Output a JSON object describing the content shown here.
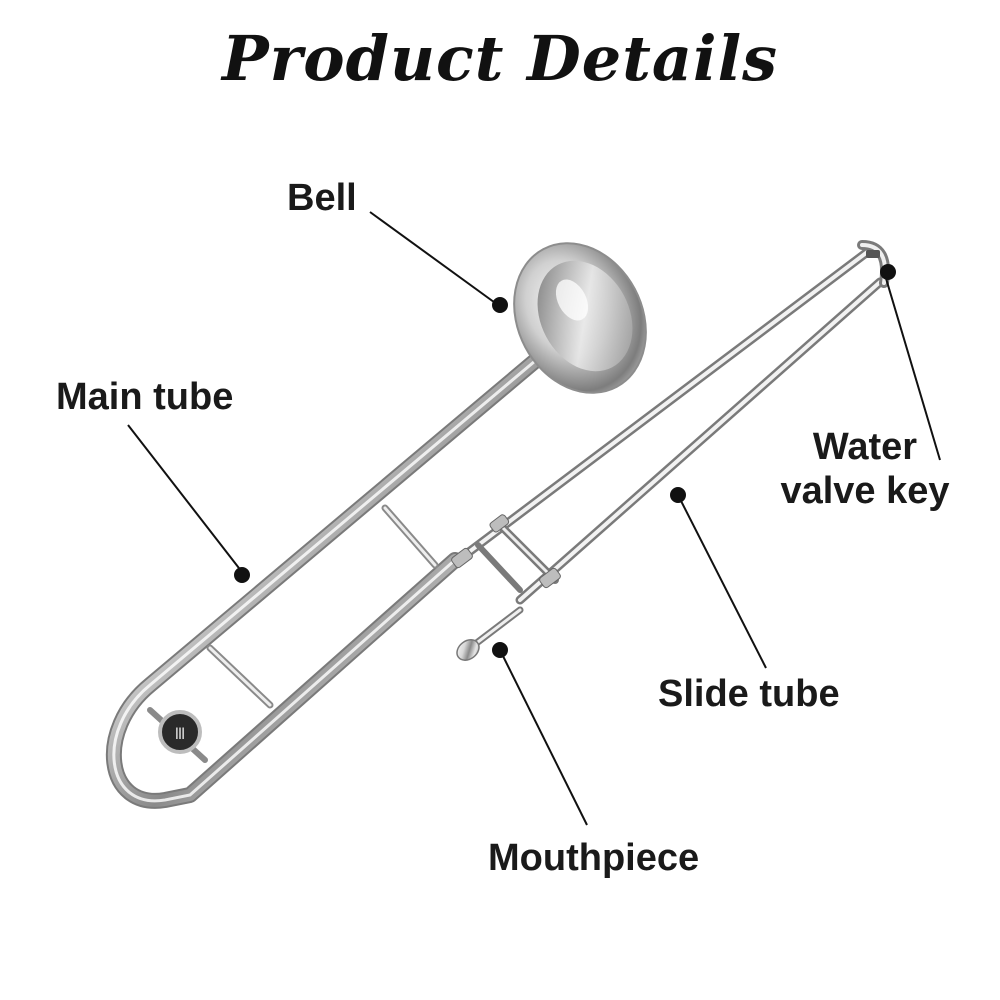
{
  "title": "Product Details",
  "parts": {
    "bell": "Bell",
    "main_tube": "Main tube",
    "water_valve_key_line1": "Water",
    "water_valve_key_line2": "valve key",
    "slide_tube": "Slide tube",
    "mouthpiece": "Mouthpiece"
  },
  "colors": {
    "text": "#1a1a1a",
    "leader": "#111111",
    "metal_light": "#f4f4f4",
    "metal_mid": "#c9c9c9",
    "metal_dark": "#6f6f6f"
  },
  "icons": {
    "instrument": "trombone-image"
  }
}
